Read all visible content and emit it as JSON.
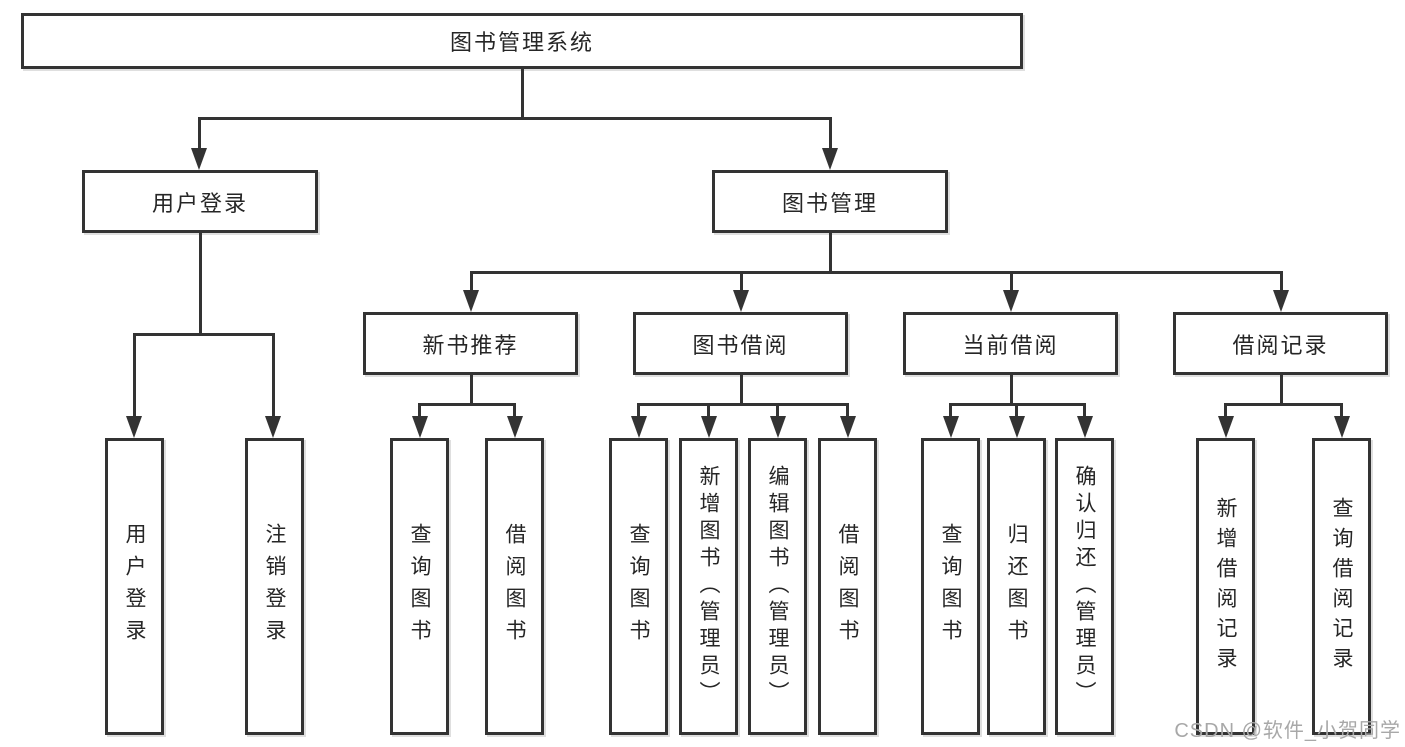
{
  "title": "图书管理系统",
  "colors": {
    "line": "#333333",
    "box_border": "#333333",
    "background": "#ffffff",
    "text": "#262626",
    "watermark": "#a8a8a8"
  },
  "root": {
    "label": "图书管理系统"
  },
  "level2": [
    {
      "label": "用户登录"
    },
    {
      "label": "图书管理"
    }
  ],
  "level3": [
    {
      "label": "新书推荐"
    },
    {
      "label": "图书借阅"
    },
    {
      "label": "当前借阅"
    },
    {
      "label": "借阅记录"
    }
  ],
  "leaves": {
    "user_login": [
      "用户登录",
      "注销登录"
    ],
    "new_book_recommend": [
      "查询图书",
      "借阅图书"
    ],
    "book_borrowing": [
      "查询图书",
      "新增图书（管理员）",
      "编辑图书（管理员）",
      "借阅图书"
    ],
    "current_borrowing": [
      "查询图书",
      "归还图书",
      "确认归还（管理员）"
    ],
    "borrowing_records": [
      "新增借阅记录",
      "查询借阅记录"
    ]
  },
  "watermark": "CSDN @软件_小贺同学"
}
